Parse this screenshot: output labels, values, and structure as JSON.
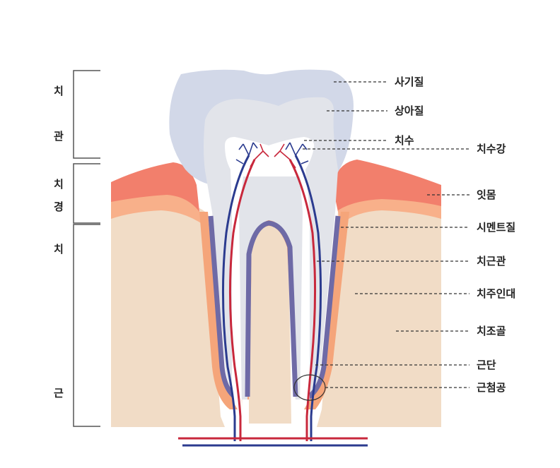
{
  "regions": {
    "crown": [
      "치",
      "관"
    ],
    "neck": [
      "치",
      "경"
    ],
    "root": [
      "치",
      "근"
    ]
  },
  "labels": {
    "enamel": "사기질",
    "dentin": "상아질",
    "pulp": "치수",
    "pulp_cavity": "치수강",
    "gum": "잇몸",
    "cementum": "시멘트질",
    "root_canal": "치근관",
    "periodontal_ligament": "치주인대",
    "alveolar_bone": "치조골",
    "root_apex": "근단",
    "apical_foramen": "근첨공"
  },
  "colors": {
    "enamel": "#d2d8e8",
    "dentin": "#e2e4ea",
    "pulp_cavity": "#ffffff",
    "bone": "#f1dcc6",
    "gum_outer": "#f27f6c",
    "gum_inner": "#f8b08a",
    "ligament": "#f5a57a",
    "cementum": "#6e6aa6",
    "artery": "#c8283c",
    "vein": "#2b3b8f",
    "bracket": "#555555"
  }
}
